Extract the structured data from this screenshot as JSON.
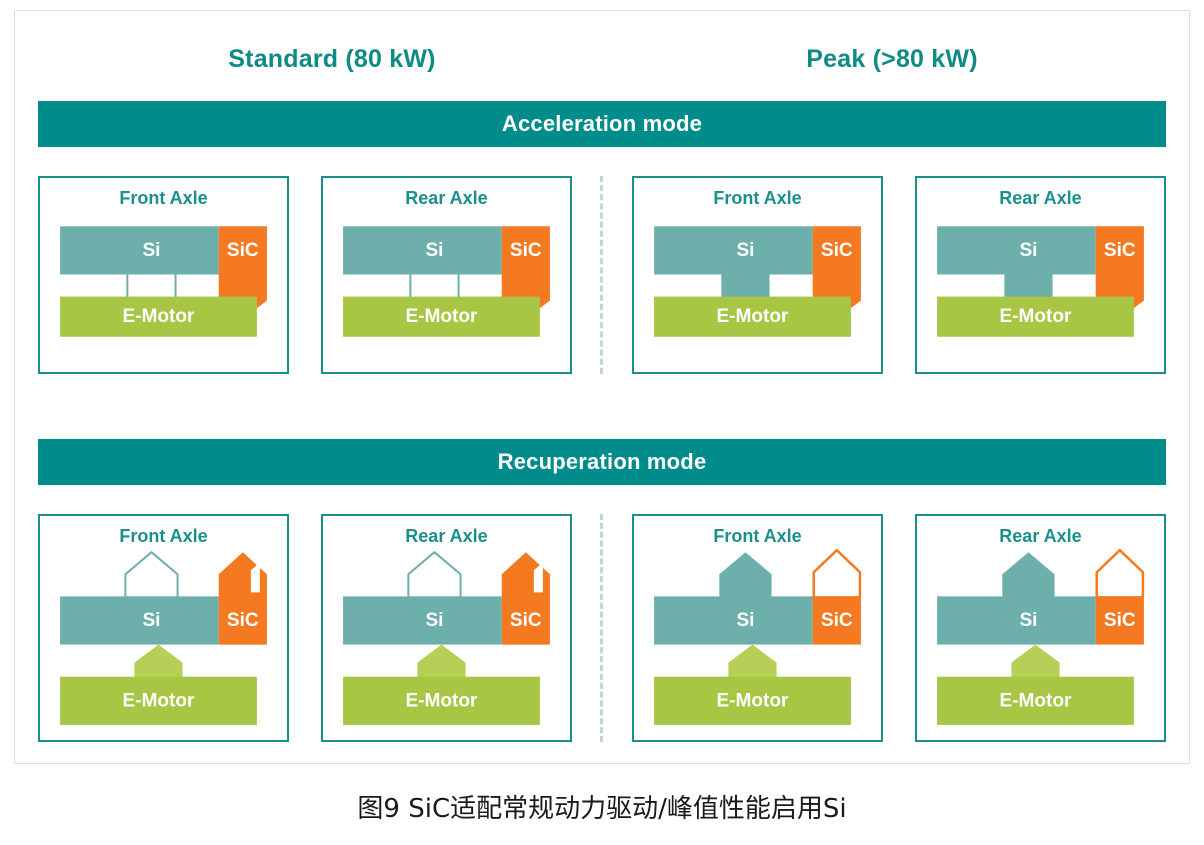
{
  "figure": {
    "caption": "图9  SiC适配常规动力驱动/峰值性能启用Si",
    "columns": [
      {
        "key": "standard",
        "label": "Standard (80 kW)"
      },
      {
        "key": "peak",
        "label": "Peak (>80 kW)"
      }
    ],
    "colors": {
      "frame_border": "#cfe6da",
      "panel_border": "#1a8f8c",
      "mode_bar_bg": "#008c8a",
      "mode_bar_text": "#ffffff",
      "header_text": "#0f8a84",
      "si_fill": "#6cafab",
      "sic_fill": "#f47920",
      "emotor_fill": "#a6c644",
      "emotor_arrow_fill": "#b5cf57",
      "label_text": "#ffffff",
      "hollow_fill": "#ffffff",
      "divider": "#b9ddcc"
    },
    "block_labels": {
      "si": "Si",
      "sic": "SiC",
      "emotor": "E-Motor"
    },
    "modes": [
      {
        "key": "acceleration",
        "title": "Acceleration mode",
        "flow_direction": "down",
        "panels": [
          {
            "column": "standard",
            "axle": "Front Axle",
            "si": {
              "label": "Si",
              "arrow": "down",
              "arrow_state": "hollow"
            },
            "sic": {
              "label": "SiC",
              "arrow": "down",
              "arrow_state": "filled"
            },
            "emotor": {
              "label": "E-Motor",
              "arrow": "none",
              "arrow_state": "none"
            }
          },
          {
            "column": "standard",
            "axle": "Rear Axle",
            "si": {
              "label": "Si",
              "arrow": "down",
              "arrow_state": "hollow"
            },
            "sic": {
              "label": "SiC",
              "arrow": "down",
              "arrow_state": "filled"
            },
            "emotor": {
              "label": "E-Motor",
              "arrow": "none",
              "arrow_state": "none"
            }
          },
          {
            "column": "peak",
            "axle": "Front Axle",
            "si": {
              "label": "Si",
              "arrow": "down",
              "arrow_state": "filled"
            },
            "sic": {
              "label": "SiC",
              "arrow": "down",
              "arrow_state": "filled"
            },
            "emotor": {
              "label": "E-Motor",
              "arrow": "none",
              "arrow_state": "none"
            }
          },
          {
            "column": "peak",
            "axle": "Rear Axle",
            "si": {
              "label": "Si",
              "arrow": "down",
              "arrow_state": "filled"
            },
            "sic": {
              "label": "SiC",
              "arrow": "down",
              "arrow_state": "filled"
            },
            "emotor": {
              "label": "E-Motor",
              "arrow": "none",
              "arrow_state": "none"
            }
          }
        ]
      },
      {
        "key": "recuperation",
        "title": "Recuperation mode",
        "flow_direction": "up",
        "panels": [
          {
            "column": "standard",
            "axle": "Front Axle",
            "si": {
              "label": "Si",
              "arrow": "up",
              "arrow_state": "hollow"
            },
            "sic": {
              "label": "SiC",
              "arrow": "up",
              "arrow_state": "notched"
            },
            "emotor": {
              "label": "E-Motor",
              "arrow": "up",
              "arrow_state": "filled"
            }
          },
          {
            "column": "standard",
            "axle": "Rear Axle",
            "si": {
              "label": "Si",
              "arrow": "up",
              "arrow_state": "hollow"
            },
            "sic": {
              "label": "SiC",
              "arrow": "up",
              "arrow_state": "notched"
            },
            "emotor": {
              "label": "E-Motor",
              "arrow": "up",
              "arrow_state": "filled"
            }
          },
          {
            "column": "peak",
            "axle": "Front Axle",
            "si": {
              "label": "Si",
              "arrow": "up",
              "arrow_state": "filled"
            },
            "sic": {
              "label": "SiC",
              "arrow": "up",
              "arrow_state": "hollow"
            },
            "emotor": {
              "label": "E-Motor",
              "arrow": "up",
              "arrow_state": "filled"
            }
          },
          {
            "column": "peak",
            "axle": "Rear Axle",
            "si": {
              "label": "Si",
              "arrow": "up",
              "arrow_state": "filled"
            },
            "sic": {
              "label": "SiC",
              "arrow": "up",
              "arrow_state": "hollow"
            },
            "emotor": {
              "label": "E-Motor",
              "arrow": "up",
              "arrow_state": "filled"
            }
          }
        ]
      }
    ]
  }
}
